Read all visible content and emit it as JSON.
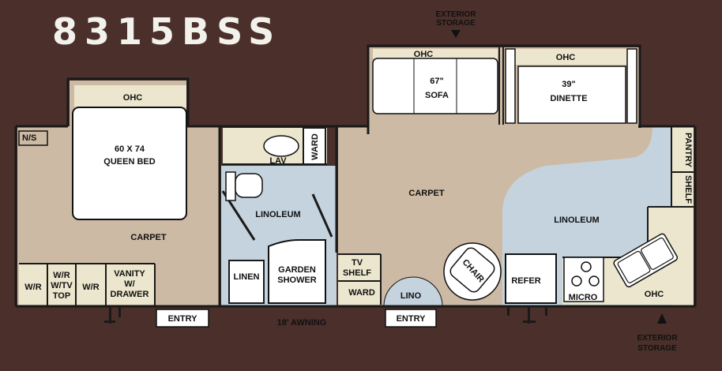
{
  "title": "8315BSS",
  "labels": {
    "exterior_storage_top": [
      "EXTERIOR",
      "STORAGE"
    ],
    "exterior_storage_bottom": [
      "EXTERIOR",
      "STORAGE"
    ],
    "ohc_bedroom": "OHC",
    "ohc_sofa": "OHC",
    "ohc_dinette": "OHC",
    "ohc_kitchen": "OHC",
    "sofa": [
      "67\"",
      "SOFA"
    ],
    "dinette": [
      "39\"",
      "DINETTE"
    ],
    "ns": "N/S",
    "queen_bed": [
      "60 X 74",
      "QUEEN BED"
    ],
    "carpet_bedroom": "CARPET",
    "carpet_living": "CARPET",
    "lav": "LAV",
    "ward_bath": "WARD",
    "linoleum_bath": "LINOLEUM",
    "linoleum_kitchen": "LINOLEUM",
    "pantry": "PANTRY",
    "shelf": "SHELF",
    "wr1": "W/R",
    "wrtv": [
      "W/R",
      "W/TV",
      "TOP"
    ],
    "wr2": "W/R",
    "vanity": [
      "VANITY",
      "W/",
      "DRAWER"
    ],
    "linen": "LINEN",
    "garden_shower": [
      "GARDEN",
      "SHOWER"
    ],
    "tv_shelf": [
      "TV",
      "SHELF"
    ],
    "ward_entry": "WARD",
    "lino": "LINO",
    "chair": "CHAIR",
    "refer": "REFER",
    "micro": "MICRO",
    "entry_left": "ENTRY",
    "entry_right": "ENTRY",
    "awning": "18' AWNING"
  },
  "colors": {
    "background": "#4a2f2a",
    "carpet": "#cdbaa4",
    "linoleum": "#c5d3de",
    "cabinet": "#ebe6cd",
    "furniture": "#ffffff",
    "wall": "#1a1a1a",
    "title": "#f3f1ec"
  }
}
